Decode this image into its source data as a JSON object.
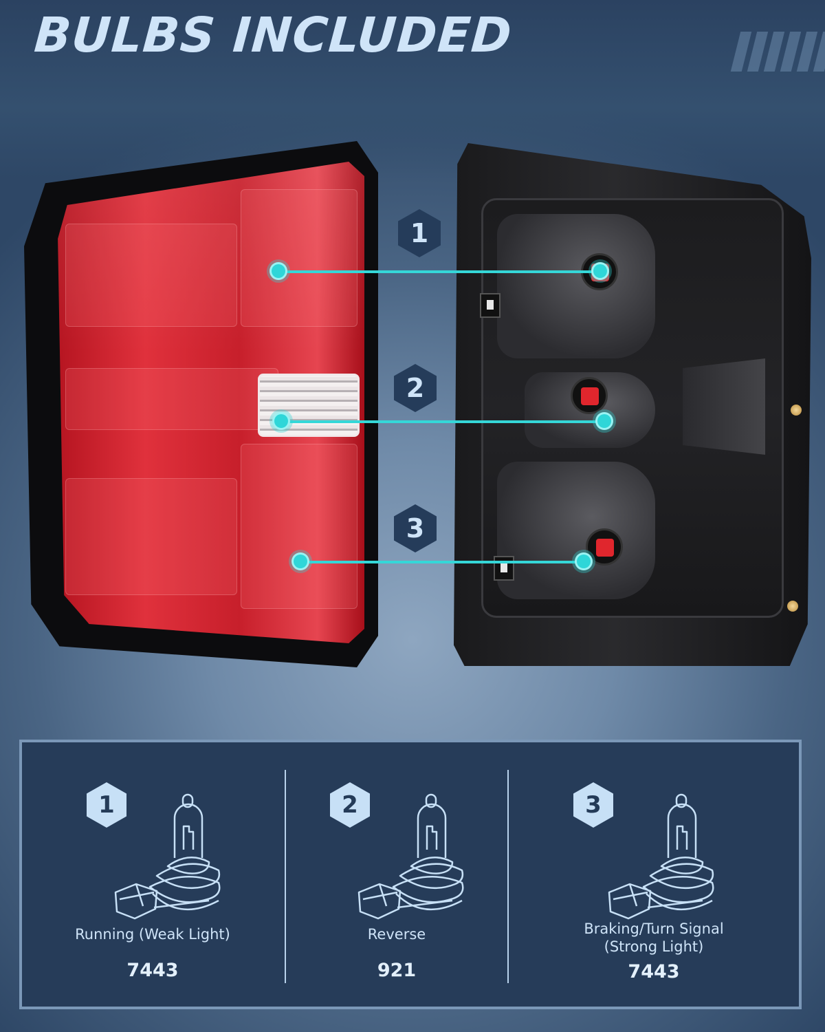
{
  "header": {
    "title": "BULBS INCLUDED"
  },
  "callouts": [
    {
      "number": "1"
    },
    {
      "number": "2"
    },
    {
      "number": "3"
    }
  ],
  "bulbs": [
    {
      "number": "1",
      "label_line1": "Running (Weak Light)",
      "label_line2": "",
      "code": "7443",
      "icon": "halogen-bulb-icon"
    },
    {
      "number": "2",
      "label_line1": "Reverse",
      "label_line2": "",
      "code": "921",
      "icon": "halogen-bulb-icon"
    },
    {
      "number": "3",
      "label_line1": "Braking/Turn Signal",
      "label_line2": "(Strong Light)",
      "code": "7443",
      "icon": "halogen-bulb-icon"
    }
  ],
  "colors": {
    "accent_cyan": "#35d7d8",
    "title_text": "#cfe4f8",
    "panel_bg": "#263c59",
    "lens_red": "#d8293a"
  }
}
